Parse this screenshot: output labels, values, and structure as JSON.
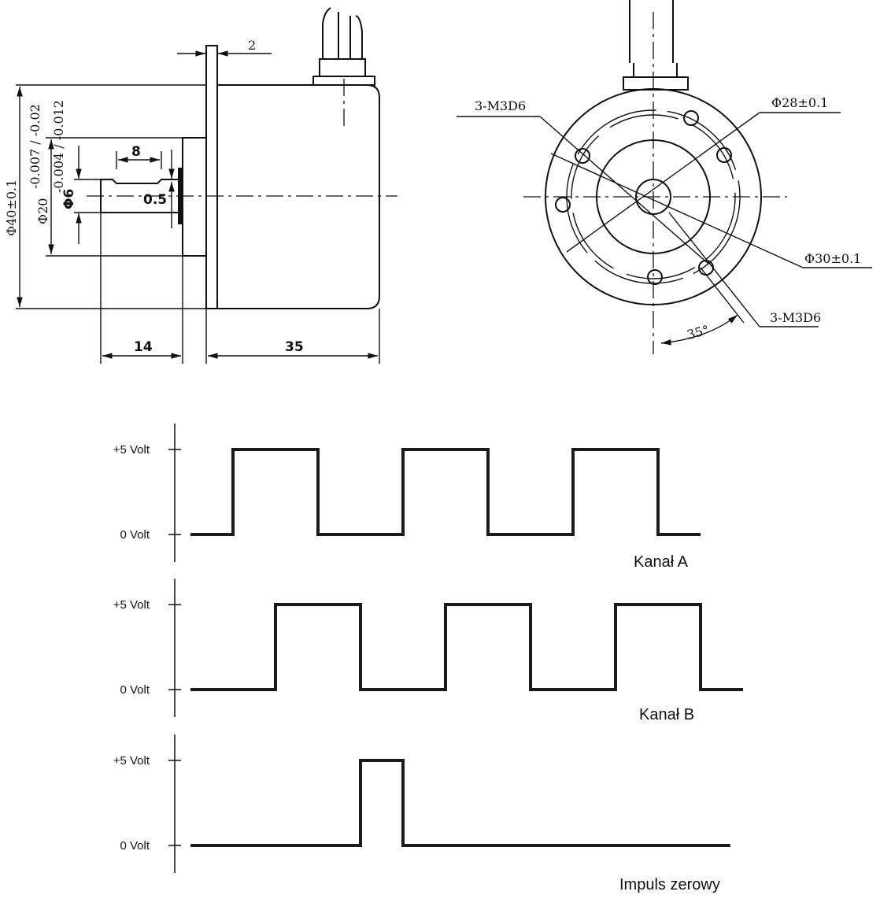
{
  "side_view": {
    "dim_flange": "2",
    "dim_keyway": "8",
    "dim_step": "0.5",
    "dim_diameter_body": "Φ40±0.1",
    "dim_diameter_hub": "Φ20",
    "dim_diameter_hub_tol": "-0.007 / -0.02",
    "dim_diameter_shaft": "Φ6",
    "dim_diameter_shaft_tol": "-0.004 / -0.012",
    "dim_shaft_length": "14",
    "dim_body_length": "35"
  },
  "front_view": {
    "holes_top_left": "3-M3D6",
    "holes_bottom_right": "3-M3D6",
    "pcd_28": "Φ28±0.1",
    "pcd_30": "Φ30±0.1",
    "angle": "35°"
  },
  "signals": [
    {
      "name": "Kanał A",
      "high_label": "+5 Volt",
      "low_label": "0 Volt",
      "edges": [
        1,
        3,
        5,
        7,
        9,
        11
      ],
      "end": 12
    },
    {
      "name": "Kanał B",
      "high_label": "+5 Volt",
      "low_label": "0 Volt",
      "edges": [
        2,
        4,
        6,
        8,
        10,
        12
      ],
      "end": 13
    },
    {
      "name": "Impuls zerowy",
      "high_label": "+5 Volt",
      "low_label": "0 Volt",
      "edges": [
        4,
        5
      ],
      "end": 12.7
    }
  ]
}
